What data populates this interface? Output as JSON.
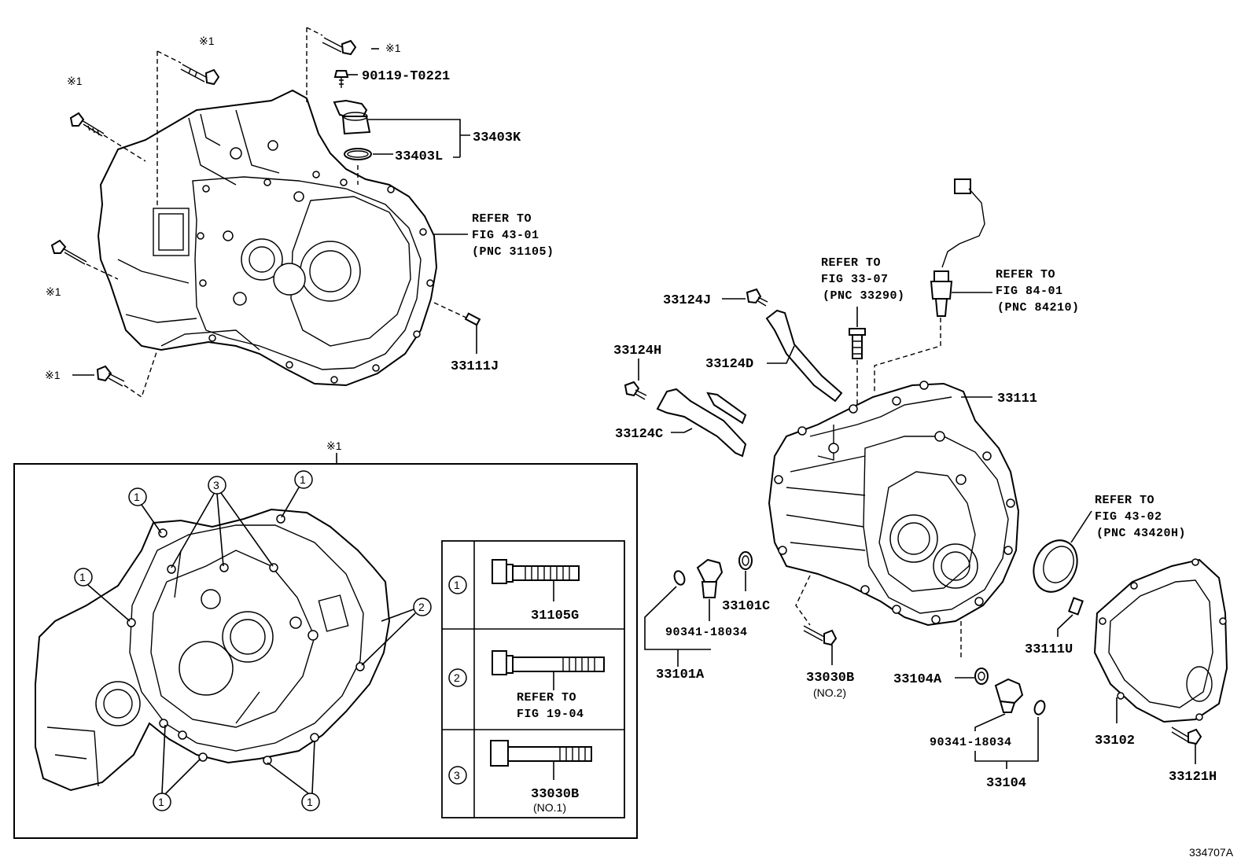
{
  "diagram_id": "334707A",
  "mark": "※1",
  "callouts": {
    "p33403k": "33403K",
    "p33403l": "33403L",
    "p90119": "90119-T0221",
    "p33111j": "33111J",
    "p33124j": "33124J",
    "p33124h": "33124H",
    "p33124d": "33124D",
    "p33124c": "33124C",
    "p33111": "33111",
    "p33101c": "33101C",
    "p33101a": "33101A",
    "p90341a": "90341-18034",
    "p90341b": "90341-18034",
    "p33030b": "33030B",
    "p33030b_note": "(NO.2)",
    "p33104a": "33104A",
    "p33104": "33104",
    "p33111u": "33111U",
    "p33102": "33102",
    "p33121h": "33121H"
  },
  "references": [
    {
      "line1": "REFER TO",
      "line2": "FIG 43-01",
      "line3": "(PNC 31105)"
    },
    {
      "line1": "REFER TO",
      "line2": "FIG 33-07",
      "line3": "(PNC 33290)"
    },
    {
      "line1": "REFER TO",
      "line2": "FIG 84-01",
      "line3": "(PNC 84210)"
    },
    {
      "line1": "REFER TO",
      "line2": "FIG 43-02",
      "line3": "(PNC 43420H)"
    }
  ],
  "inset": {
    "mark": "※1",
    "circle_labels": [
      "1",
      "2",
      "3"
    ],
    "legend": [
      {
        "key": "1",
        "part": "31105G",
        "note": ""
      },
      {
        "key": "2",
        "part": "",
        "note1": "REFER TO",
        "note2": "FIG 19-04"
      },
      {
        "key": "3",
        "part": "33030B",
        "note": "(NO.1)"
      }
    ]
  }
}
